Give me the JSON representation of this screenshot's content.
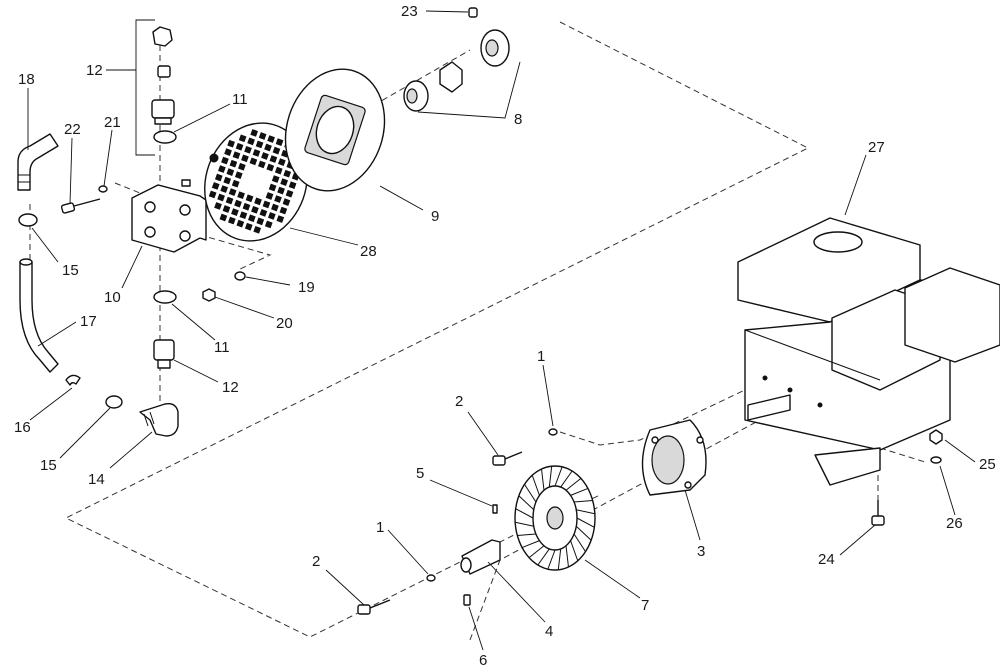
{
  "callouts": [
    {
      "id": "c23",
      "text": "23"
    },
    {
      "id": "c12a",
      "text": "12"
    },
    {
      "id": "c18",
      "text": "18"
    },
    {
      "id": "c11a",
      "text": "11"
    },
    {
      "id": "c22",
      "text": "22"
    },
    {
      "id": "c21",
      "text": "21"
    },
    {
      "id": "c8",
      "text": "8"
    },
    {
      "id": "c9",
      "text": "9"
    },
    {
      "id": "c27",
      "text": "27"
    },
    {
      "id": "c28",
      "text": "28"
    },
    {
      "id": "c15a",
      "text": "15"
    },
    {
      "id": "c10",
      "text": "10"
    },
    {
      "id": "c19",
      "text": "19"
    },
    {
      "id": "c17",
      "text": "17"
    },
    {
      "id": "c20",
      "text": "20"
    },
    {
      "id": "c11b",
      "text": "11"
    },
    {
      "id": "c1a",
      "text": "1"
    },
    {
      "id": "c12b",
      "text": "12"
    },
    {
      "id": "c2a",
      "text": "2"
    },
    {
      "id": "c16",
      "text": "16"
    },
    {
      "id": "c15b",
      "text": "15"
    },
    {
      "id": "c14",
      "text": "14"
    },
    {
      "id": "c25",
      "text": "25"
    },
    {
      "id": "c5",
      "text": "5"
    },
    {
      "id": "c3",
      "text": "3"
    },
    {
      "id": "c26",
      "text": "26"
    },
    {
      "id": "c1b",
      "text": "1"
    },
    {
      "id": "c24",
      "text": "24"
    },
    {
      "id": "c2b",
      "text": "2"
    },
    {
      "id": "c7",
      "text": "7"
    },
    {
      "id": "c4",
      "text": "4"
    },
    {
      "id": "c6",
      "text": "6"
    }
  ]
}
